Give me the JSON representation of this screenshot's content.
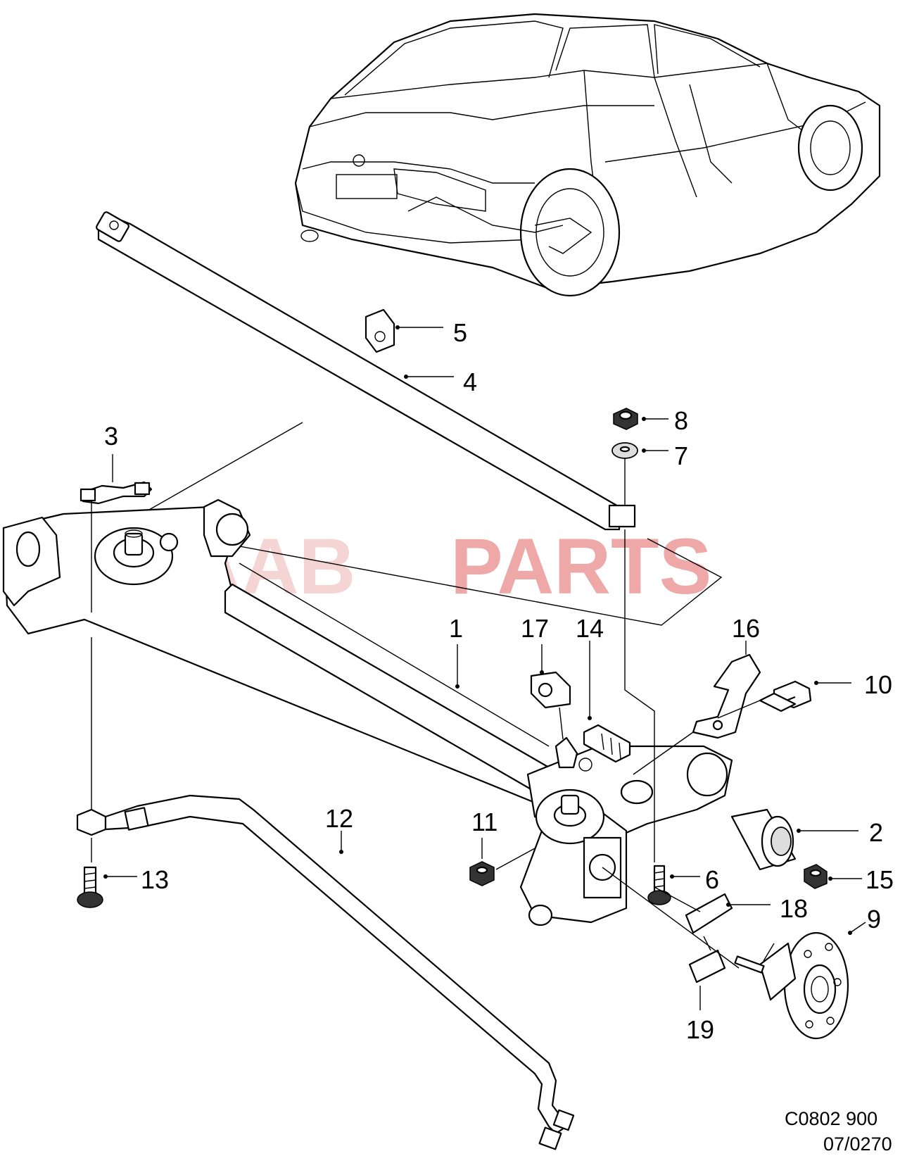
{
  "labels": {
    "l1": "1",
    "l2": "2",
    "l3": "3",
    "l4": "4",
    "l5": "5",
    "l6": "6",
    "l7": "7",
    "l8": "8",
    "l9": "9",
    "l10": "10",
    "l11": "11",
    "l12": "12",
    "l13": "13",
    "l14": "14",
    "l15": "15",
    "l16": "16",
    "l17": "17",
    "l18": "18",
    "l19": "19"
  },
  "diagram_code": "C0802 900",
  "diagram_date": "07/0270",
  "watermark": {
    "part1": "SAAB",
    "part2": "PARTS",
    "color": "#e06060"
  }
}
